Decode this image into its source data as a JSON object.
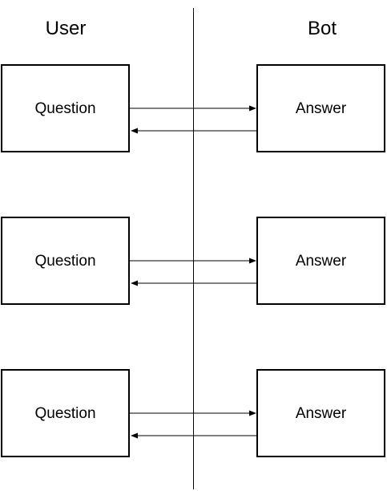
{
  "headers": {
    "user": "User",
    "bot": "Bot"
  },
  "rows": [
    {
      "question": "Question",
      "answer": "Answer"
    },
    {
      "question": "Question",
      "answer": "Answer"
    },
    {
      "question": "Question",
      "answer": "Answer"
    }
  ]
}
